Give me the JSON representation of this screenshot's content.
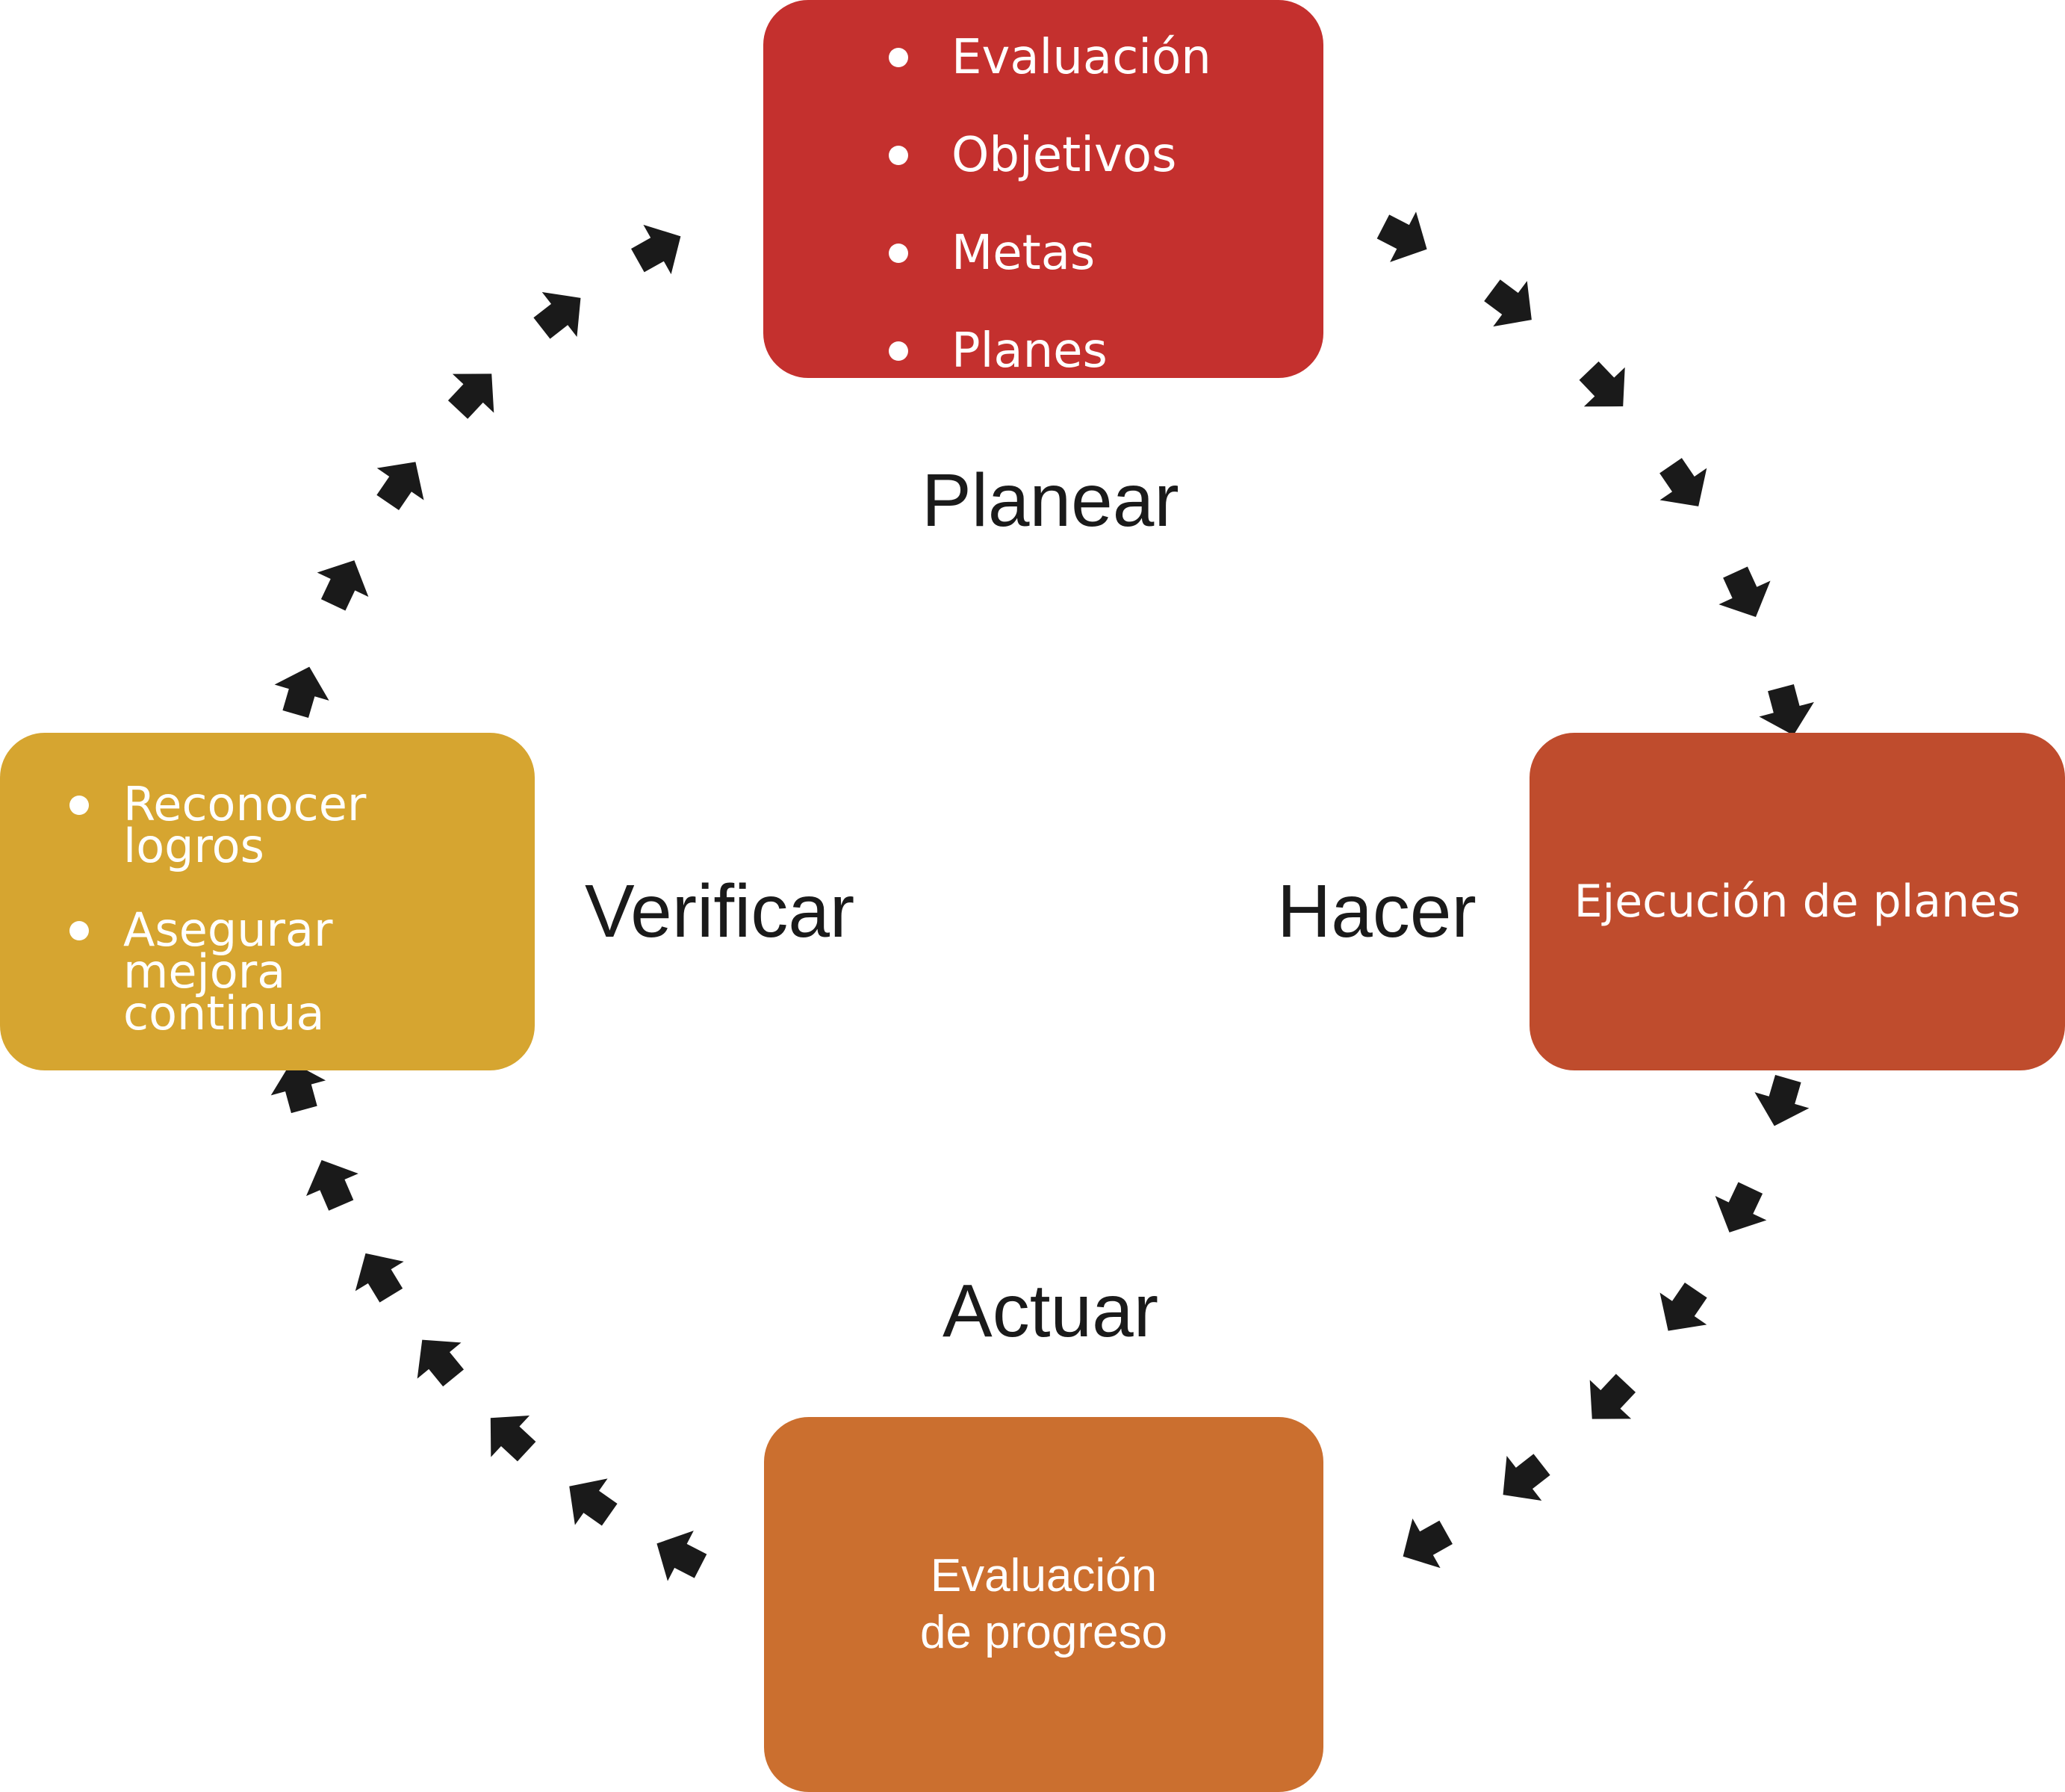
{
  "colors": {
    "planear": "#c4302e",
    "hacer": "#bf4c2d",
    "actuar": "#cb6f2f",
    "verificar": "#d6a530",
    "arrow": "#1a1a1a",
    "box_text": "#ffffff"
  },
  "arrow_icon": "dashed-cycle-arrow-icon",
  "diagram": {
    "planear": {
      "label": "Planear",
      "items": [
        "Evaluación",
        "Objetivos",
        "Metas",
        "Planes"
      ]
    },
    "hacer": {
      "label": "Hacer",
      "box_text": "Ejecución de planes"
    },
    "actuar": {
      "label": "Actuar",
      "box_line1": "Evaluación",
      "box_line2": "de progreso"
    },
    "verificar": {
      "label": "Verificar",
      "items": [
        "Reconocer logros",
        "Asegurar mejora continua"
      ]
    }
  }
}
